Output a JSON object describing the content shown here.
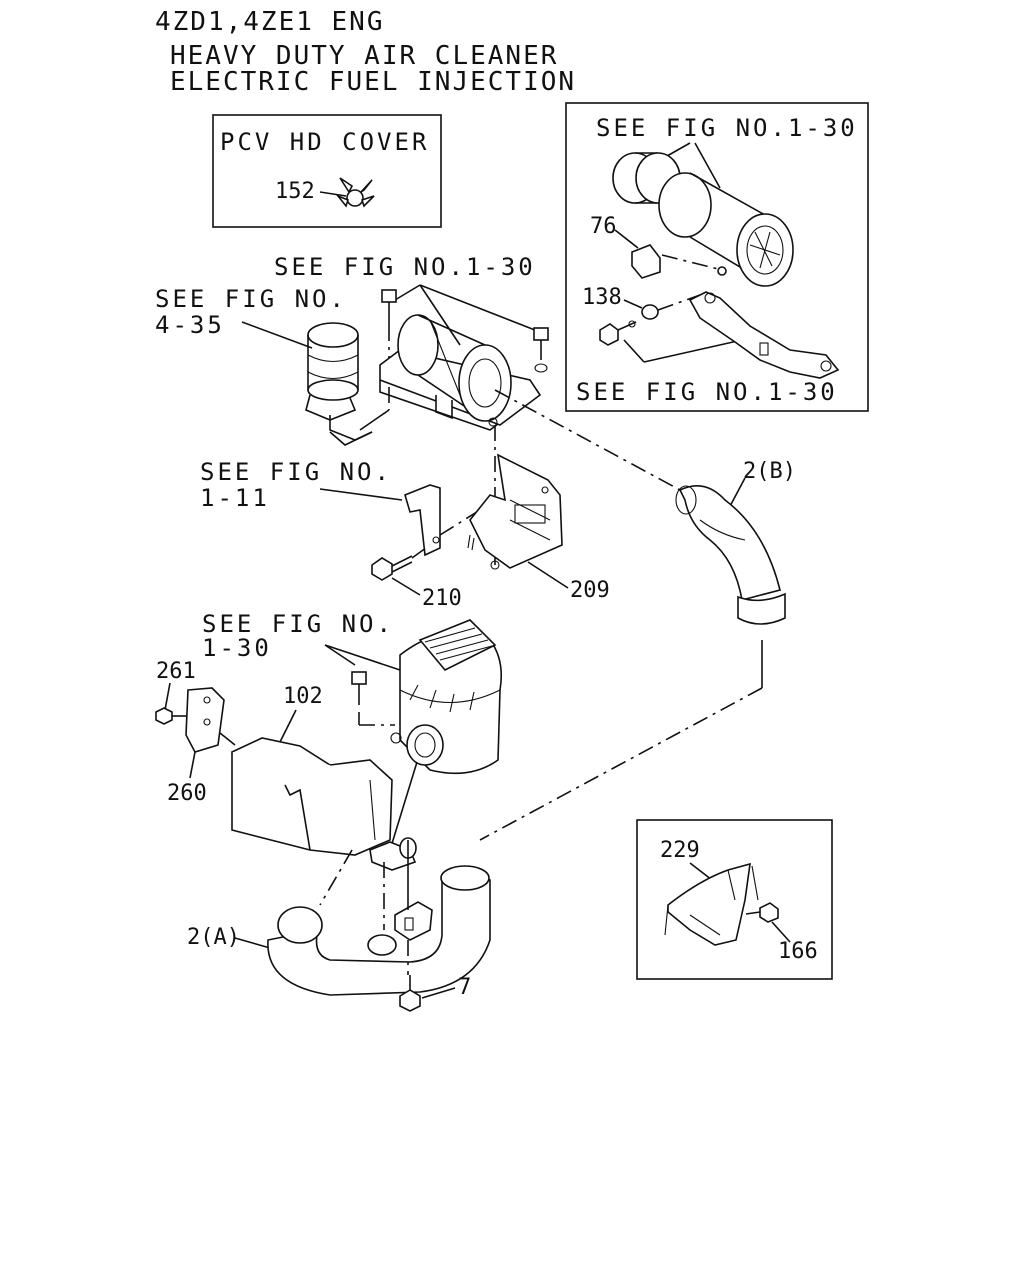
{
  "header": {
    "line1": "4ZD1,4ZE1 ENG",
    "line2": "HEAVY DUTY AIR CLEANER",
    "line3": "ELECTRIC FUEL INJECTION"
  },
  "callouts": {
    "pcv_title": "PCV HD COVER",
    "p152": "152",
    "ref_box_top": "SEE FIG NO.1-30",
    "p76": "76",
    "p138": "138",
    "ref_box_bottom": "SEE FIG NO.1-30",
    "ref_upper_center": "SEE FIG NO.1-30",
    "ref_435_a": "SEE FIG NO.",
    "ref_435_b": "4-35",
    "ref_111_a": "SEE FIG NO.",
    "ref_111_b": "1-11",
    "p2b": "2(B)",
    "p210": "210",
    "p209": "209",
    "ref_130_a": "SEE FIG NO.",
    "ref_130_b": "1-30",
    "p261": "261",
    "p102": "102",
    "p260": "260",
    "p229": "229",
    "p166": "166",
    "p2a": "2(A)",
    "p7": "7"
  }
}
